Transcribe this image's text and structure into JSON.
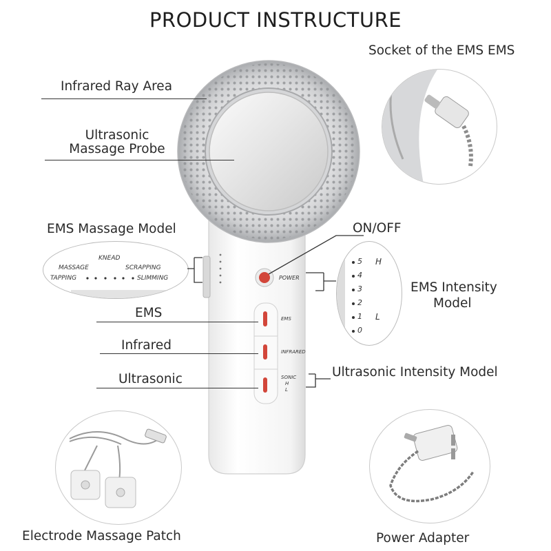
{
  "title": "PRODUCT INSTRUCTURE",
  "labels": {
    "infrared_ray_area": "Infrared Ray Area",
    "ultrasonic_probe_line1": "Ultrasonic",
    "ultrasonic_probe_line2": "Massage Probe",
    "ems_massage_model": "EMS Massage Model",
    "ems": "EMS",
    "infrared": "Infrared",
    "ultrasonic": "Ultrasonic",
    "socket": "Socket of the EMS EMS",
    "on_off": "ON/OFF",
    "ems_intensity_line1": "EMS Intensity",
    "ems_intensity_line2": "Model",
    "ultrasonic_intensity": "Ultrasonic Intensity Model",
    "electrode_patch": "Electrode Massage Patch",
    "power_adapter": "Power Adapter"
  },
  "device": {
    "power_label": "POWER",
    "ems_label": "EMS",
    "infrared_label": "INFRARED",
    "sonic_label": "SONIC",
    "sonic_h": "H",
    "sonic_l": "L"
  },
  "mode_zoom": {
    "massage": "MASSAGE",
    "knead": "KNEAD",
    "scrapping": "SCRAPPING",
    "tapping": "TAPPING",
    "slimming": "SLIMMING"
  },
  "intensity_zoom": {
    "levels": [
      "5",
      "4",
      "3",
      "2",
      "1",
      "0"
    ],
    "high": "H",
    "low": "L"
  },
  "colors": {
    "button_red": "#d2463a",
    "body_white": "#f7f7f7"
  }
}
